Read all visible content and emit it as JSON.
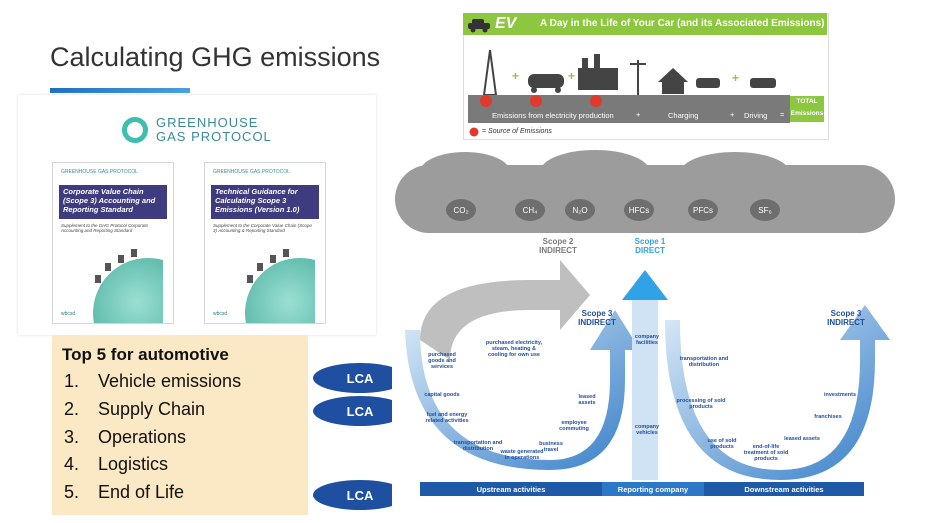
{
  "slide": {
    "title": "Calculating GHG emissions"
  },
  "ghg": {
    "logo_line1": "GREENHOUSE",
    "logo_line2": "GAS PROTOCOL",
    "books": [
      {
        "header": "GREENHOUSE GAS PROTOCOL",
        "title": "Corporate Value Chain (Scope 3) Accounting and Reporting Standard",
        "subtitle": "Supplement to the GHG Protocol Corporate Accounting and Reporting Standard",
        "footer": "wbcsd"
      },
      {
        "header": "GREENHOUSE GAS PROTOCOL",
        "title": "Technical Guidance for Calculating Scope 3 Emissions (Version 1.0)",
        "subtitle": "Supplement to the Corporate Value Chain (Scope 3) Accounting & Reporting Standard",
        "footer": "wbcsd"
      }
    ]
  },
  "top5": {
    "title": "Top 5 for automotive",
    "items": [
      {
        "num": "1.",
        "text": "Vehicle emissions"
      },
      {
        "num": "2.",
        "text": "Supply Chain"
      },
      {
        "num": "3.",
        "text": "Operations"
      },
      {
        "num": "4.",
        "text": "Logistics"
      },
      {
        "num": "5.",
        "text": "End of Life"
      }
    ]
  },
  "lca": {
    "label1": "LCA",
    "label2": "LCA",
    "label3": "LCA"
  },
  "ev": {
    "label": "EV",
    "heading": "A Day in the Life of Your Car (and its Associated Emissions)",
    "segments": [
      "Emissions from electricity production",
      "Charging",
      "Driving"
    ],
    "ops": [
      "+",
      "+",
      "="
    ],
    "total": "TOTAL Emissions",
    "source": "= Source of Emissions"
  },
  "scope": {
    "gases": [
      "CO₂",
      "CH₄",
      "N₂O",
      "HFCs",
      "PFCs",
      "SF₆"
    ],
    "scope2": "Scope 2 INDIRECT",
    "scope1": "Scope 1 DIRECT",
    "scope3_left": "Scope 3 INDIRECT",
    "scope3_right": "Scope 3 INDIRECT",
    "upstream_items": [
      "purchased goods and services",
      "capital goods",
      "fuel and energy related activities",
      "transportation and distribution",
      "waste generated in operations",
      "business travel",
      "employee commuting",
      "leased assets",
      "purchased electricity, steam, heating & cooling for own use"
    ],
    "company_items": [
      "company facilities",
      "company vehicles"
    ],
    "downstream_items": [
      "transportation and distribution",
      "processing of sold products",
      "use of sold products",
      "end-of-life treatment of sold products",
      "leased assets",
      "franchises",
      "investments"
    ],
    "bar": [
      "Upstream activities",
      "Reporting company",
      "Downstream activities"
    ]
  },
  "colors": {
    "accent": "#1f4fa0",
    "ev_green": "#8dc63f",
    "top5_bg": "#fbe8c4",
    "cloud": "#9c9c9c"
  }
}
